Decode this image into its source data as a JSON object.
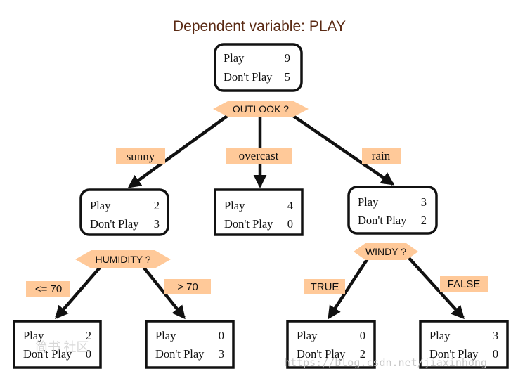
{
  "title": "Dependent variable: PLAY",
  "colors": {
    "label_fill": "#ffc999",
    "line": "#111111",
    "title": "#5a2a14"
  },
  "nodes": {
    "root": {
      "play_label": "Play",
      "play_value": "9",
      "dont_label": "Don't Play",
      "dont_value": "5"
    },
    "sunny": {
      "play_label": "Play",
      "play_value": "2",
      "dont_label": "Don't Play",
      "dont_value": "3"
    },
    "overcast": {
      "play_label": "Play",
      "play_value": "4",
      "dont_label": "Don't Play",
      "dont_value": "0"
    },
    "rain": {
      "play_label": "Play",
      "play_value": "3",
      "dont_label": "Don't Play",
      "dont_value": "2"
    },
    "hum_low": {
      "play_label": "Play",
      "play_value": "2",
      "dont_label": "Don't Play",
      "dont_value": "0"
    },
    "hum_high": {
      "play_label": "Play",
      "play_value": "0",
      "dont_label": "Don't Play",
      "dont_value": "3"
    },
    "windy_true": {
      "play_label": "Play",
      "play_value": "0",
      "dont_label": "Don't Play",
      "dont_value": "2"
    },
    "windy_false": {
      "play_label": "Play",
      "play_value": "3",
      "dont_label": "Don't Play",
      "dont_value": "0"
    }
  },
  "questions": {
    "outlook": "OUTLOOK ?",
    "humidity": "HUMIDITY ?",
    "windy": "WINDY ?"
  },
  "edges": {
    "sunny": "sunny",
    "overcast": "overcast",
    "rain": "rain",
    "le70": "<= 70",
    "gt70": "> 70",
    "true": "TRUE",
    "false": "FALSE"
  },
  "watermark": {
    "url": "https://blog.csdn.net/jiaxinhong",
    "cn": "简书 社区"
  }
}
